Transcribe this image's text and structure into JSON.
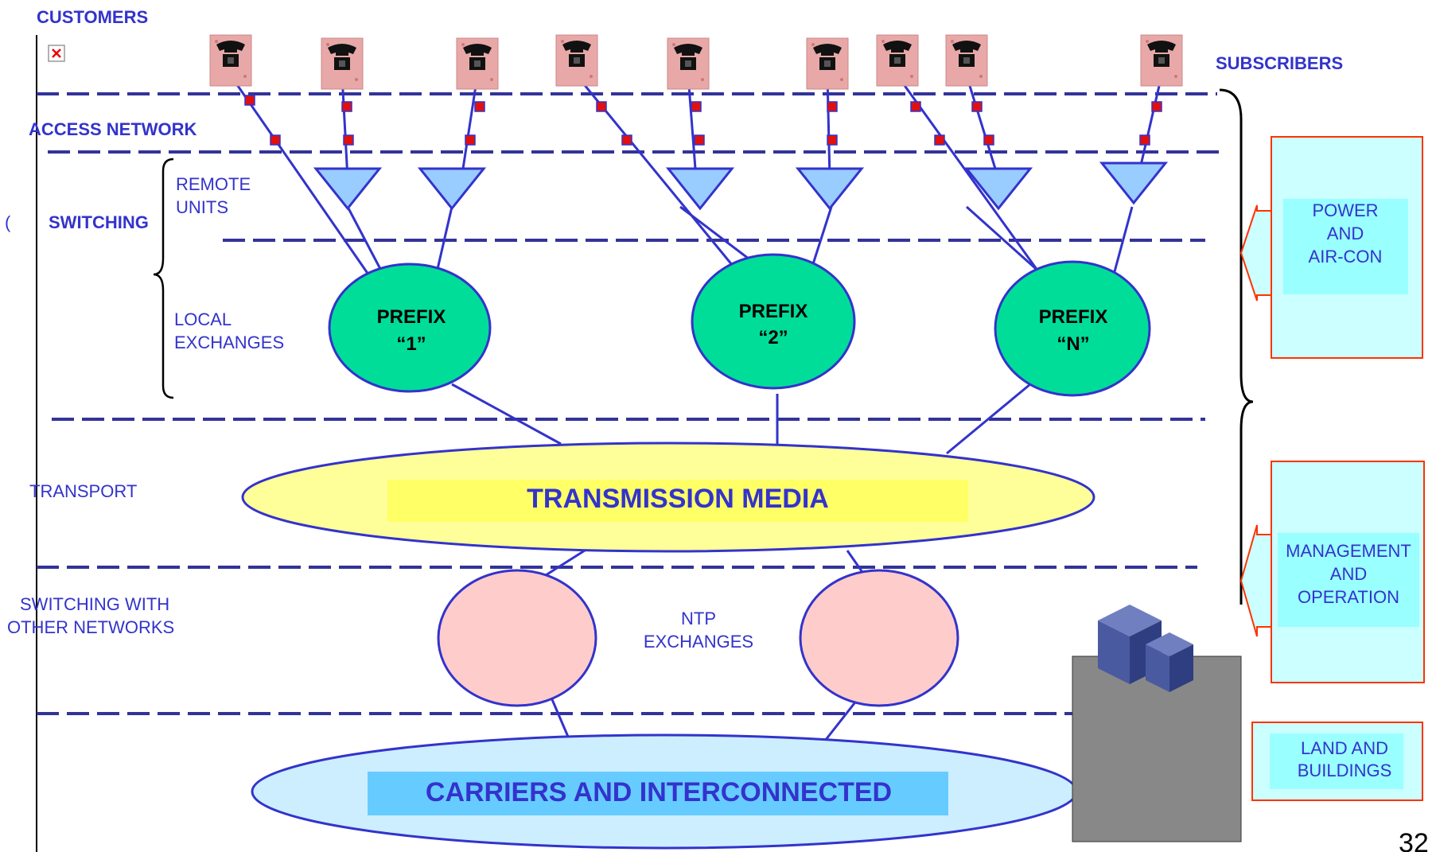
{
  "labels": {
    "customers": "CUSTOMERS",
    "subscribers": "SUBSCRIBERS",
    "access_network": "ACCESS NETWORK",
    "switching_prefix": "(",
    "switching": "SWITCHING",
    "remote_units_1": "REMOTE",
    "remote_units_2": "UNITS",
    "local_exchanges_1": "LOCAL",
    "local_exchanges_2": "EXCHANGES",
    "transport": "TRANSPORT",
    "switching_other_1": "SWITCHING WITH",
    "switching_other_2": "OTHER NETWORKS",
    "ntp_1": "NTP",
    "ntp_2": "EXCHANGES",
    "transmission_media": "TRANSMISSION MEDIA",
    "carriers": "CARRIERS AND INTERCONNECTED",
    "page_number": "32"
  },
  "exchanges": [
    {
      "line1": "PREFIX",
      "line2": "“1”"
    },
    {
      "line1": "PREFIX",
      "line2": "“2”"
    },
    {
      "line1": "PREFIX",
      "line2": "“N”"
    }
  ],
  "support_boxes": {
    "power": [
      "POWER",
      "AND",
      "AIR-CON"
    ],
    "management": [
      "MANAGEMENT",
      "AND",
      "OPERATION"
    ],
    "land": [
      "LAND AND",
      "BUILDINGS"
    ]
  },
  "icons": {
    "broken_image": "broken-image-icon",
    "telephone": "telephone-icon",
    "building": "building-icon"
  },
  "colors": {
    "label_blue": "#3333cc",
    "exchange_green": "#00dd99",
    "transmission_yellow": "#ffff99",
    "carriers_blue": "#cceeff",
    "ntp_pink": "#ffcccc",
    "remote_triangle": "#99ccff",
    "support_box_fill": "#ccffff",
    "support_box_border": "#ff3300"
  }
}
